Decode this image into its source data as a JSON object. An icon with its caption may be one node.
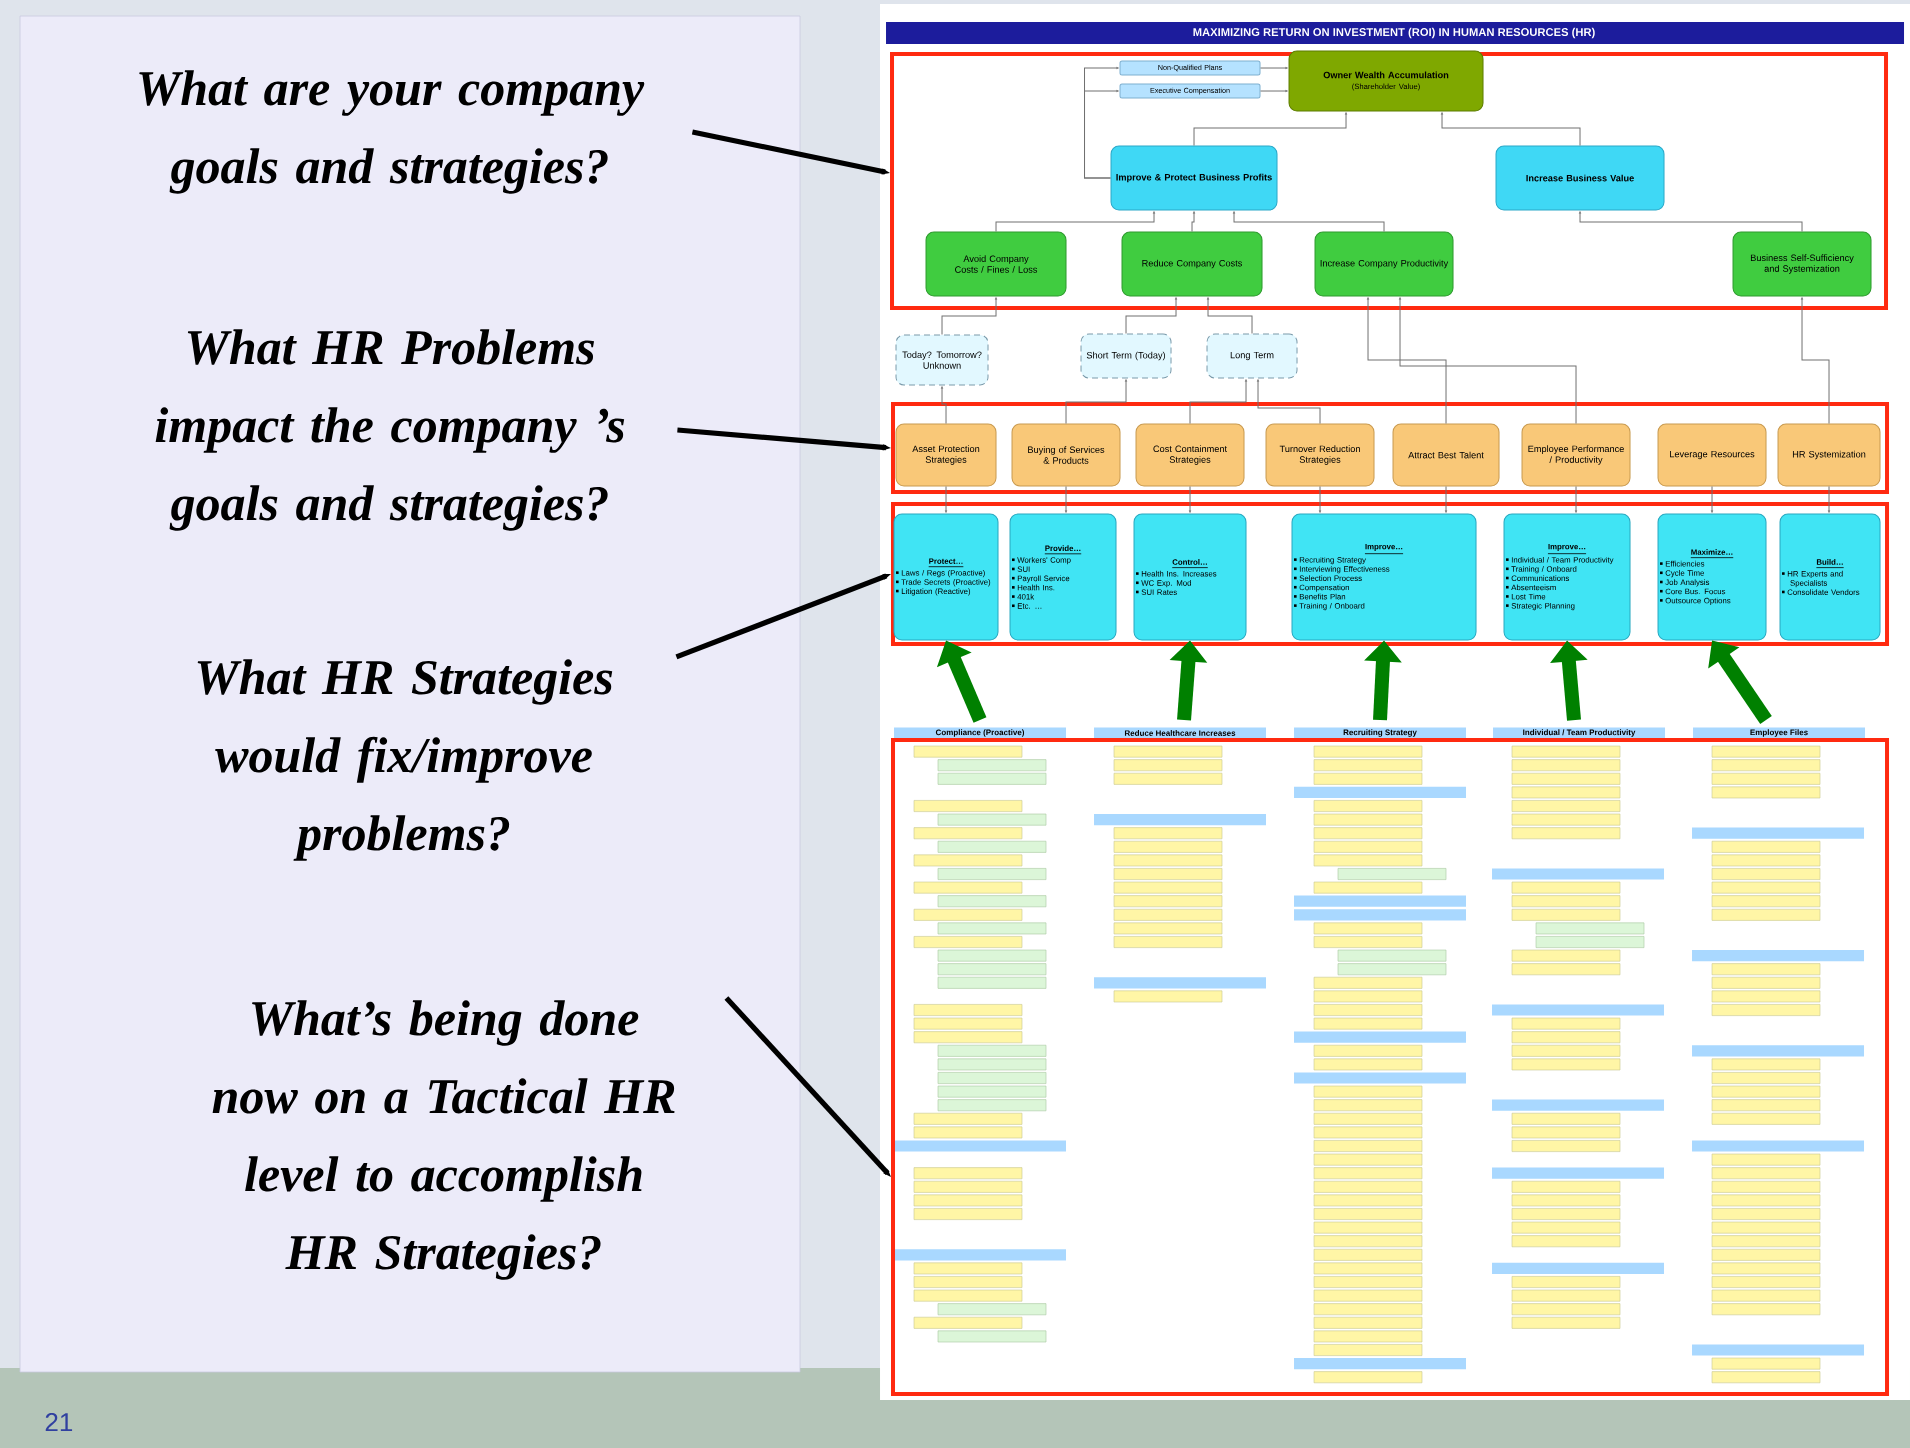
{
  "diagram": {
    "title": "MAXIMIZING RETURN ON INVESTMENT (ROI) IN HUMAN RESOURCES (HR)",
    "nodes": [
      {
        "text": [
          "What are your company goals and strategies?"
        ]
      },
      {
        "text": [
          "What HR Problems impact the company ’s goals and strategies?"
        ]
      },
      {
        "text": [
          "What HR Strategies would fix/improve problems?"
        ]
      },
      {
        "text": [
          "What’s being done now on a Tactical HR level to accomplish HR Strategies?"
        ]
      },
      {
        "text": [],
        "shape": "box"
      },
      {
        "text": [
          "Owner Wealth Accumulation",
          "(Shareholder Value)"
        ],
        "in": 4
      },
      {
        "text": [
          "Non-Qualified Plans"
        ],
        "in": 4
      },
      {
        "text": [
          "Executive Compensation"
        ],
        "in": 4
      },
      {
        "text": [
          "Improve & Protect Business Profits"
        ],
        "in": 4
      },
      {
        "text": [
          "Increase Business Value"
        ],
        "in": 4
      },
      {
        "text": [
          "Avoid Company Costs / Fines / Loss"
        ],
        "in": 4
      },
      {
        "text": [
          "Reduce Company Costs"
        ],
        "in": 4
      },
      {
        "text": [
          "Increase Company Productivity"
        ],
        "in": 4
      },
      {
        "text": [
          "Business Self-Sufficiency and Systemization"
        ],
        "in": 4
      },
      {
        "text": [
          "Today? Tomorrow? Unknown"
        ]
      },
      {
        "text": [
          "Short Term (Today)"
        ]
      },
      {
        "text": [
          "Long Term"
        ]
      },
      {
        "text": [],
        "shape": "box"
      },
      {
        "text": [
          "Asset Protection Strategies"
        ],
        "in": 17
      },
      {
        "text": [
          "Buying of Services & Products"
        ],
        "in": 17
      },
      {
        "text": [
          "Cost Containment Strategies"
        ],
        "in": 17
      },
      {
        "text": [
          "Turnover Reduction Strategies"
        ],
        "in": 17
      },
      {
        "text": [
          "Attract Best Talent"
        ],
        "in": 17
      },
      {
        "text": [
          "Employee Performance / Productivity"
        ],
        "in": 17
      },
      {
        "text": [
          "Leverage Resources"
        ],
        "in": 17
      },
      {
        "text": [
          "HR Systemization"
        ],
        "in": 17
      },
      {
        "text": [],
        "shape": "box"
      },
      {
        "text": [
          "Protect…",
          "Laws / Regs (Proactive)",
          "Trade Secrets (Proactive)",
          "Litigation (Reactive)"
        ],
        "in": 26
      },
      {
        "text": [
          "Provide…",
          "Workers' Comp",
          "SUI",
          "Payroll Service",
          "Health Ins.",
          "401k",
          "Etc. …"
        ],
        "in": 26
      },
      {
        "text": [
          "Control…",
          "Health Ins. Increases",
          "WC Exp. Mod",
          "SUI Rates"
        ],
        "in": 26
      },
      {
        "text": [
          "Improve…",
          "Recruiting Strategy",
          "Interviewing Effectiveness",
          "Selection Process",
          "Compensation",
          "Benefits Plan",
          "Training / Onboard"
        ],
        "in": 26
      },
      {
        "text": [
          "Improve…",
          "Individual / Team Productivity",
          "Training / Onboard",
          "Communications",
          "Absenteeism",
          "Lost Time",
          "Strategic Planning"
        ],
        "in": 26
      },
      {
        "text": [
          "Maximize…",
          "Efficiencies",
          "Cycle Time",
          "Job Analysis",
          "Core Bus. Focus",
          "Outsource Options"
        ],
        "in": 26
      },
      {
        "text": [
          "Build…",
          "HR Experts and Specialists",
          "Consolidate Vendors"
        ],
        "in": 26
      },
      {
        "text": [],
        "shape": "box"
      }
    ],
    "edges": [
      {
        "from": 0,
        "to": 4,
        "arrow": "to",
        "style": "thick",
        "color": "#000000"
      },
      {
        "from": 1,
        "to": 17,
        "arrow": "to",
        "style": "thick",
        "color": "#000000"
      },
      {
        "from": 2,
        "to": 26,
        "arrow": "to",
        "style": "thick",
        "color": "#000000"
      },
      {
        "from": 3,
        "to": 34,
        "arrow": "to",
        "style": "thick",
        "color": "#000000"
      },
      {
        "from": 6,
        "to": 5,
        "arrow": "to"
      },
      {
        "from": 7,
        "to": 5,
        "arrow": "to"
      },
      {
        "from": 8,
        "to": 6,
        "arrow": "to"
      },
      {
        "from": 8,
        "to": 7,
        "arrow": "to"
      },
      {
        "from": 8,
        "to": 5,
        "arrow": "to"
      },
      {
        "from": 9,
        "to": 5,
        "arrow": "to"
      },
      {
        "from": 10,
        "to": 8,
        "arrow": "to"
      },
      {
        "from": 11,
        "to": 8,
        "arrow": "to"
      },
      {
        "from": 12,
        "to": 8,
        "arrow": "to"
      },
      {
        "from": 13,
        "to": 9,
        "arrow": "to"
      },
      {
        "from": 14,
        "to": 10,
        "arrow": "to"
      },
      {
        "from": 15,
        "to": 11,
        "arrow": "to"
      },
      {
        "from": 16,
        "to": 11,
        "arrow": "to"
      },
      {
        "from": 18,
        "to": 14,
        "arrow": "to"
      },
      {
        "from": 19,
        "to": 15,
        "arrow": "to"
      },
      {
        "from": 20,
        "to": 16,
        "arrow": "to"
      },
      {
        "from": 21,
        "to": 16,
        "arrow": "to"
      },
      {
        "from": 22,
        "to": 12,
        "arrow": "to"
      },
      {
        "from": 23,
        "to": 12,
        "arrow": "to"
      },
      {
        "from": 25,
        "to": 13,
        "arrow": "to"
      },
      {
        "from": 18,
        "to": 27,
        "arrow": "to"
      },
      {
        "from": 19,
        "to": 28,
        "arrow": "to"
      },
      {
        "from": 20,
        "to": 29,
        "arrow": "to"
      },
      {
        "from": 21,
        "to": 30,
        "arrow": "to"
      },
      {
        "from": 22,
        "to": 30,
        "arrow": "to"
      },
      {
        "from": 23,
        "to": 31,
        "arrow": "to"
      },
      {
        "from": 24,
        "to": 32,
        "arrow": "to"
      },
      {
        "from": 25,
        "to": 33,
        "arrow": "to"
      },
      {
        "from": 34,
        "to": 27,
        "arrow": "to",
        "style": "thick",
        "color": "#008000"
      },
      {
        "from": 34,
        "to": 29,
        "arrow": "to",
        "style": "thick",
        "color": "#008000"
      },
      {
        "from": 34,
        "to": 30,
        "arrow": "to",
        "style": "thick",
        "color": "#008000"
      },
      {
        "from": 34,
        "to": 31,
        "arrow": "to",
        "style": "thick",
        "color": "#008000"
      },
      {
        "from": 34,
        "to": 32,
        "arrow": "to",
        "style": "thick",
        "color": "#008000"
      }
    ],
    "labels": [
      "Compliance (Proactive)",
      "Reduce Healthcare Increases",
      "Recruiting Strategy",
      "Individual / Team Productivity",
      "Employee Files",
      "21"
    ]
  }
}
